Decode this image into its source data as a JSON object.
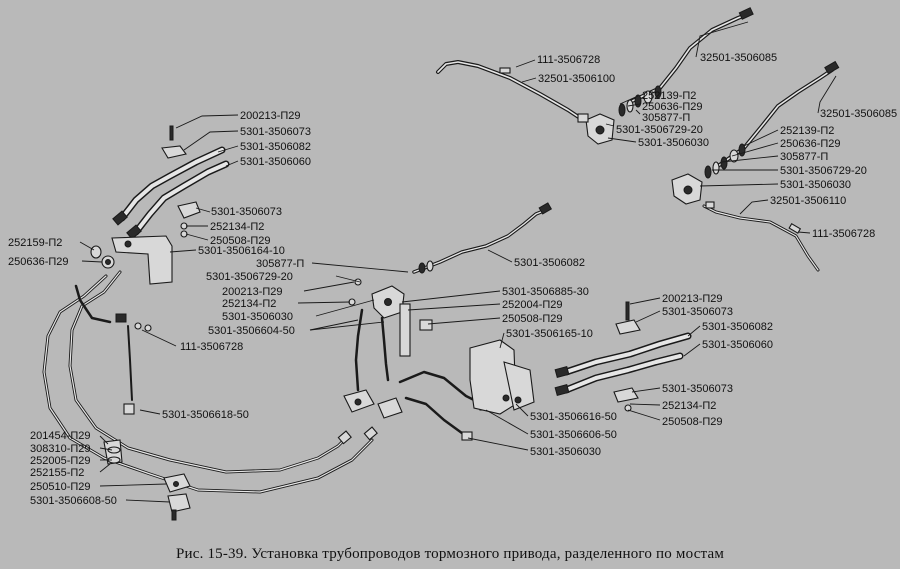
{
  "caption": "Рис. 15-39. Установка трубопроводов тормозного привода, разделенного по мостам",
  "labels": {
    "l01": "111-3506728",
    "l02": "32501-3506085",
    "l03": "32501-3506100",
    "l04": "252139-П2",
    "l05": "250636-П29",
    "l06": "305877-П",
    "l07": "5301-3506729-20",
    "l08": "5301-3506030",
    "l09": "32501-3506085",
    "l10": "252139-П2",
    "l11": "250636-П29",
    "l12": "305877-П",
    "l13": "5301-3506729-20",
    "l14": "5301-3506030",
    "l15": "32501-3506110",
    "l16": "111-3506728",
    "l17": "200213-П29",
    "l18": "5301-3506073",
    "l19": "5301-3506082",
    "l20": "5301-3506060",
    "l21": "5301-3506073",
    "l22": "252134-П2",
    "l23": "250508-П29",
    "l24": "5301-3506164-10",
    "l25": "252159-П2",
    "l26": "250636-П29",
    "l27": "305877-П",
    "l28": "5301-3506082",
    "l29": "5301-3506729-20",
    "l30": "200213-П29",
    "l31": "252134-П2",
    "l32": "5301-3506030",
    "l33": "5301-3506604-50",
    "l34": "111-3506728",
    "l35": "5301-3506885-30",
    "l36": "252004-П29",
    "l37": "250508-П29",
    "l38": "5301-3506165-10",
    "l39": "200213-П29",
    "l40": "5301-3506073",
    "l41": "5301-3506082",
    "l42": "5301-3506060",
    "l43": "5301-3506618-50",
    "l44": "5301-3506073",
    "l45": "252134-П2",
    "l46": "250508-П29",
    "l47": "5301-3506616-50",
    "l48": "5301-3506606-50",
    "l49": "5301-3506030",
    "l50": "201454-П29",
    "l51": "308310-П29",
    "l52": "252005-П29",
    "l53": "252155-П2",
    "l54": "250510-П29",
    "l55": "5301-3506608-50"
  }
}
